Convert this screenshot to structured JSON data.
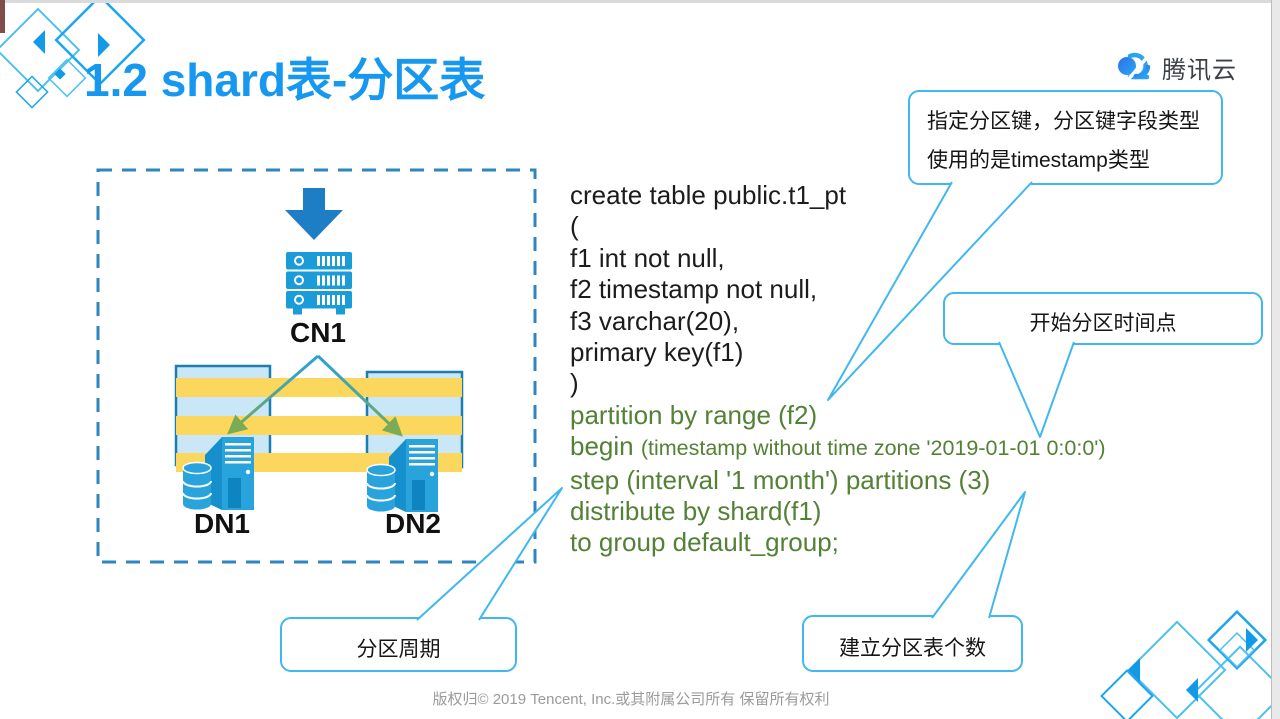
{
  "slide": {
    "title": "1.2 shard表-分区表",
    "brand": "腾讯云",
    "footer": "版权归© 2019 Tencent, Inc.或其附属公司所有 保留所有权利"
  },
  "diagram": {
    "cn_label": "CN1",
    "dn1_label": "DN1",
    "dn2_label": "DN2"
  },
  "sql": {
    "black_lines": [
      "create table public.t1_pt",
      "(",
      "f1 int not null,",
      "f2 timestamp not null,",
      "f3 varchar(20),",
      "primary key(f1)",
      ")"
    ],
    "green_lines": {
      "partition": "partition by range (f2)",
      "begin_lead": "begin ",
      "begin_rest": "(timestamp without time zone '2019-01-01 0:0:0')",
      "step": "step (interval '1 month') partitions (3)",
      "distribute": "distribute by shard(f1)",
      "to_group": "to group default_group;"
    }
  },
  "callouts": {
    "partition_key_line1": "指定分区键，分区键字段类型",
    "partition_key_line2": "使用的是timestamp类型",
    "start_time": "开始分区时间点",
    "period": "分区周期",
    "count": "建立分区表个数"
  },
  "icons": {
    "logo": "tencent-cloud-icon",
    "flow_arrow": "down-arrow-icon",
    "cn_node": "server-rack-icon",
    "dn_node": "server-database-icon"
  },
  "colors": {
    "title_blue": "#1798f0",
    "callout_border": "#41b7ef",
    "sql_green": "#538135",
    "dashed_border": "#2e86c0",
    "stripe_yellow": "#fbd75e",
    "node_blue": "#29a3dc",
    "deep_blue": "#1d7dc5",
    "footer_gray": "#9b9b9b"
  }
}
